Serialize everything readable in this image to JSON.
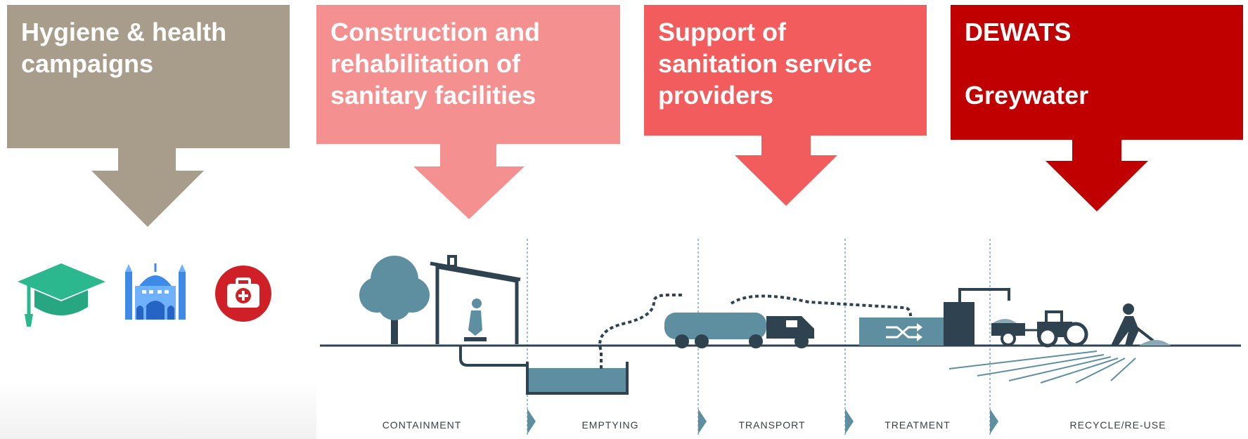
{
  "panels": [
    {
      "id": "hygiene",
      "lines": [
        "Hygiene & health",
        "campaigns"
      ],
      "color": "#a89c8a"
    },
    {
      "id": "construction",
      "lines": [
        "Construction and",
        "rehabilitation of",
        "sanitary facilities"
      ],
      "color": "#f59090"
    },
    {
      "id": "support",
      "lines": [
        "Support of",
        "sanitation service",
        "providers"
      ],
      "color": "#f25c5c"
    },
    {
      "id": "dewats",
      "lines": [
        "DEWATS",
        "",
        "Greywater"
      ],
      "color": "#c00000"
    }
  ],
  "icons": [
    "graduation-cap-icon",
    "mosque-icon",
    "first-aid-kit-icon"
  ],
  "stages": [
    "CONTAINMENT",
    "EMPTYING",
    "TRANSPORT",
    "TREATMENT",
    "RECYCLE/RE-USE"
  ],
  "colors": {
    "diagram_dark": "#2e4250",
    "diagram_teal": "#5e8fa1",
    "ground_line": "#2e4250",
    "icon_green": "#2bb88f",
    "icon_blue": "#3d8be6",
    "icon_red": "#d02027"
  }
}
